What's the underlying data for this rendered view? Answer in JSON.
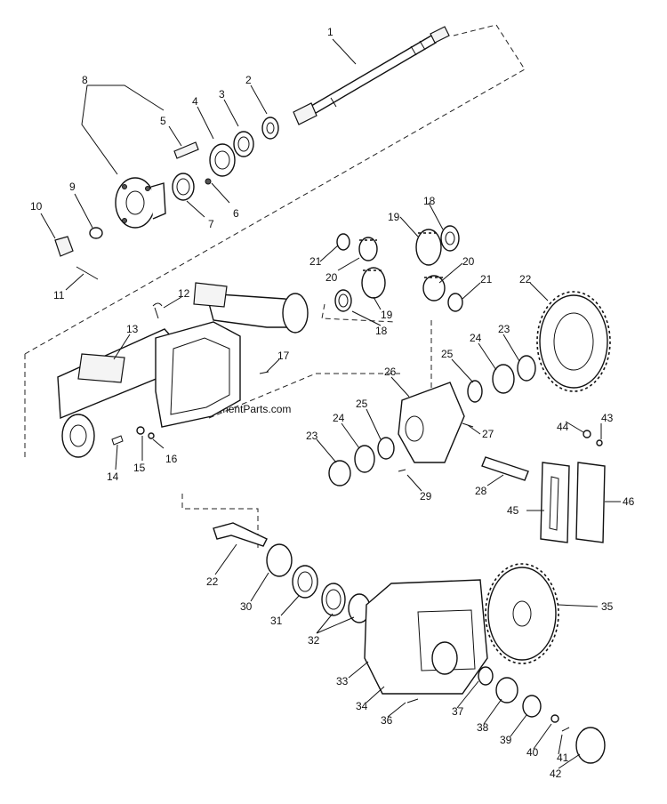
{
  "watermark": "eReplacementParts.com",
  "callouts": [
    {
      "id": "c1",
      "text": "1"
    },
    {
      "id": "c2",
      "text": "2"
    },
    {
      "id": "c3",
      "text": "3"
    },
    {
      "id": "c4",
      "text": "4"
    },
    {
      "id": "c5",
      "text": "5"
    },
    {
      "id": "c6",
      "text": "6"
    },
    {
      "id": "c7",
      "text": "7"
    },
    {
      "id": "c8",
      "text": "8"
    },
    {
      "id": "c9",
      "text": "9"
    },
    {
      "id": "c10",
      "text": "10"
    },
    {
      "id": "c11",
      "text": "11"
    },
    {
      "id": "c12",
      "text": "12"
    },
    {
      "id": "c13",
      "text": "13"
    },
    {
      "id": "c14",
      "text": "14"
    },
    {
      "id": "c15",
      "text": "15"
    },
    {
      "id": "c16",
      "text": "16"
    },
    {
      "id": "c17",
      "text": "17"
    },
    {
      "id": "c18a",
      "text": "18"
    },
    {
      "id": "c18b",
      "text": "18"
    },
    {
      "id": "c19a",
      "text": "19"
    },
    {
      "id": "c19b",
      "text": "19"
    },
    {
      "id": "c20a",
      "text": "20"
    },
    {
      "id": "c20b",
      "text": "20"
    },
    {
      "id": "c21a",
      "text": "21"
    },
    {
      "id": "c21b",
      "text": "21"
    },
    {
      "id": "c22a",
      "text": "22"
    },
    {
      "id": "c22b",
      "text": "22"
    },
    {
      "id": "c23a",
      "text": "23"
    },
    {
      "id": "c23b",
      "text": "23"
    },
    {
      "id": "c24a",
      "text": "24"
    },
    {
      "id": "c24b",
      "text": "24"
    },
    {
      "id": "c25a",
      "text": "25"
    },
    {
      "id": "c25b",
      "text": "25"
    },
    {
      "id": "c26",
      "text": "26"
    },
    {
      "id": "c27",
      "text": "27"
    },
    {
      "id": "c28",
      "text": "28"
    },
    {
      "id": "c29",
      "text": "29"
    },
    {
      "id": "c30",
      "text": "30"
    },
    {
      "id": "c31",
      "text": "31"
    },
    {
      "id": "c32",
      "text": "32"
    },
    {
      "id": "c33",
      "text": "33"
    },
    {
      "id": "c34",
      "text": "34"
    },
    {
      "id": "c35",
      "text": "35"
    },
    {
      "id": "c36",
      "text": "36"
    },
    {
      "id": "c37",
      "text": "37"
    },
    {
      "id": "c38",
      "text": "38"
    },
    {
      "id": "c39",
      "text": "39"
    },
    {
      "id": "c40",
      "text": "40"
    },
    {
      "id": "c41",
      "text": "41"
    },
    {
      "id": "c42",
      "text": "42"
    },
    {
      "id": "c43",
      "text": "43"
    },
    {
      "id": "c44",
      "text": "44"
    },
    {
      "id": "c45",
      "text": "45"
    },
    {
      "id": "c46",
      "text": "46"
    }
  ]
}
